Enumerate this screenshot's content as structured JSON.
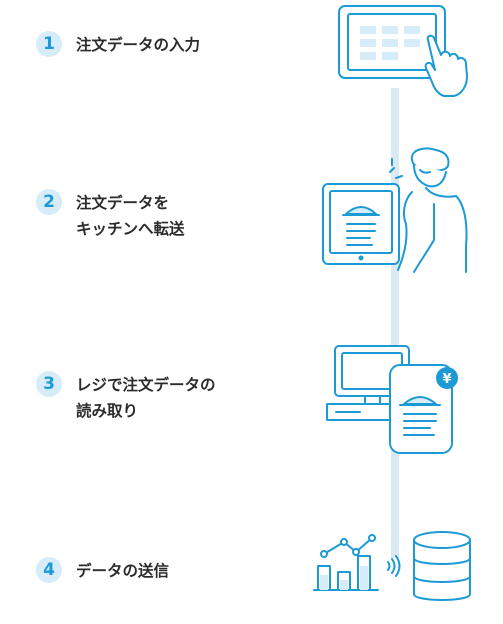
{
  "steps": [
    {
      "number": "1",
      "lines": [
        "注文データの入力"
      ],
      "icon": "tablet-order-input-icon"
    },
    {
      "number": "2",
      "lines": [
        "注文データを",
        "キッチンへ転送"
      ],
      "icon": "kitchen-tablet-chef-icon"
    },
    {
      "number": "3",
      "lines": [
        "レジで注文データの",
        "読み取り"
      ],
      "icon": "register-receipt-icon"
    },
    {
      "number": "4",
      "lines": [
        "データの送信"
      ],
      "icon": "analytics-database-icon"
    }
  ],
  "yen_symbol": "¥",
  "colors": {
    "accent": "#1b9ad6",
    "badge_bg": "#d6ecf8",
    "connector": "#dbe9f3",
    "text": "#2b2b2b"
  }
}
